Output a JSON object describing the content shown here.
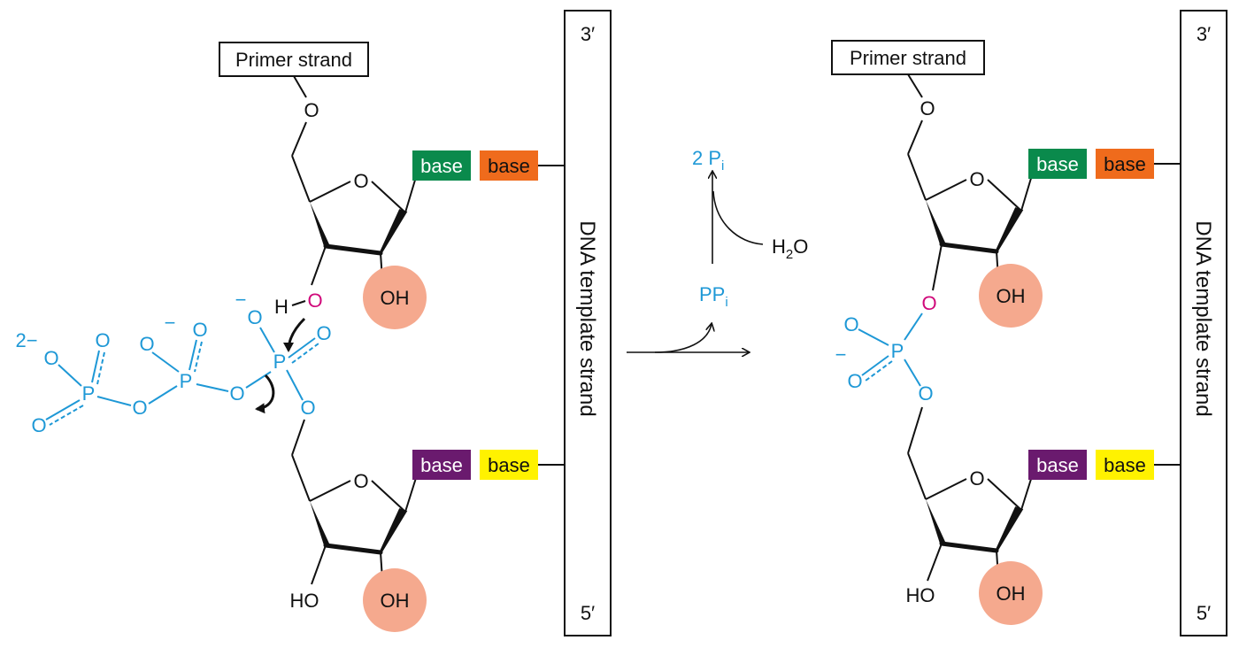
{
  "labels": {
    "primer_strand": "Primer strand",
    "template_strand": "DNA template strand",
    "end_3": "3′",
    "end_5": "5′",
    "base": "base",
    "oh": "OH",
    "ho": "HO",
    "o": "O",
    "p": "P",
    "h": "H",
    "minus": "−",
    "two_minus": "2−",
    "ppi_main": "PP",
    "ppi_sub": "i",
    "pi_main": "2 P",
    "pi_sub": "i",
    "h2o_h": "H",
    "h2o_sub": "2",
    "h2o_o": "O"
  },
  "colors": {
    "phosphate": "#1e98d6",
    "attacking_oxygen": "#d0087a",
    "base_green": "#0a8a4c",
    "base_orange": "#ef6b1c",
    "base_purple": "#6a1a6e",
    "base_yellow": "#fff200",
    "oh_highlight": "#f5a98e"
  }
}
